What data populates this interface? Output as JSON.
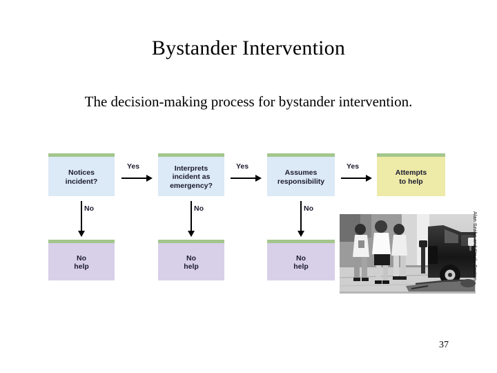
{
  "slide": {
    "title": "Bystander Intervention",
    "subtitle": "The decision-making process for bystander intervention.",
    "page_number": "37"
  },
  "figure": {
    "photo_credit": "Alan Szabo and Stock, Boston",
    "photo_alt": "pedestrians-walking-past-person-lying-on-sidewalk",
    "colors": {
      "decision_fill": "#dce9f6",
      "outcome_fill": "#eeeaa8",
      "nohelp_fill": "#d8cfe9",
      "accent_bar": "#a3c68c",
      "arrow": "#000000",
      "text": "#1a1a2e"
    },
    "decision_nodes": [
      {
        "id": "notices",
        "label": "Notices\nincident?"
      },
      {
        "id": "interprets",
        "label": "Interprets\nincident as\nemergency?"
      },
      {
        "id": "responsibility",
        "label": "Assumes\nresponsibility"
      }
    ],
    "outcome_node": {
      "id": "attempts",
      "label": "Attempts\nto help"
    },
    "nohelp_nodes": [
      {
        "id": "nohelp-1",
        "label": "No\nhelp"
      },
      {
        "id": "nohelp-2",
        "label": "No\nhelp"
      },
      {
        "id": "nohelp-3",
        "label": "No\nhelp"
      }
    ],
    "yes_arrows": [
      {
        "id": "yes-1",
        "label": "Yes"
      },
      {
        "id": "yes-2",
        "label": "Yes"
      },
      {
        "id": "yes-3",
        "label": "Yes"
      }
    ],
    "no_arrows": [
      {
        "id": "no-1",
        "label": "No"
      },
      {
        "id": "no-2",
        "label": "No"
      },
      {
        "id": "no-3",
        "label": "No"
      }
    ]
  }
}
